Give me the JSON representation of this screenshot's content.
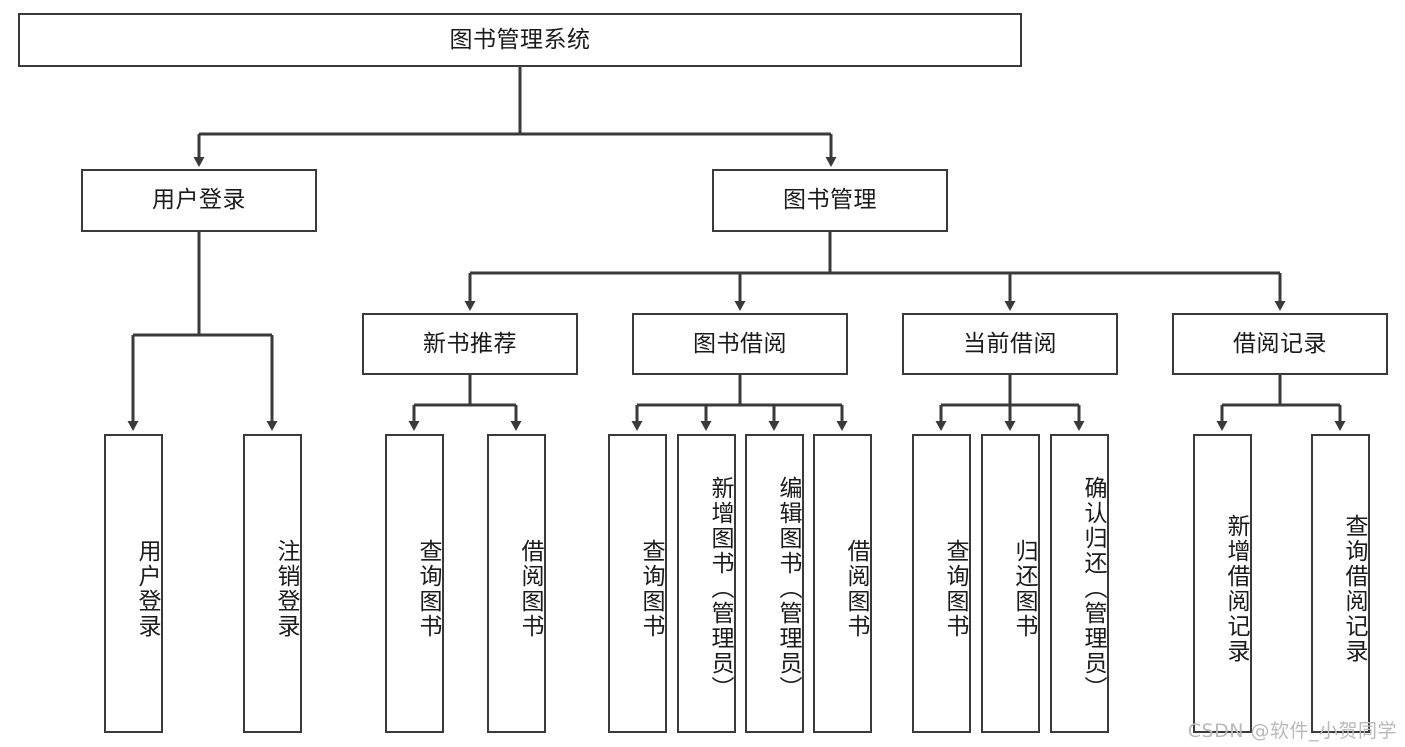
{
  "diagram": {
    "title": "图书管理系统",
    "type": "tree-hierarchy",
    "root": {
      "label": "图书管理系统"
    },
    "level2": [
      {
        "label": "用户登录"
      },
      {
        "label": "图书管理"
      }
    ],
    "level3": [
      {
        "label": "新书推荐"
      },
      {
        "label": "图书借阅"
      },
      {
        "label": "当前借阅"
      },
      {
        "label": "借阅记录"
      }
    ],
    "leaves": {
      "user_login": [
        {
          "label": "用户登录"
        },
        {
          "label": "注销登录"
        }
      ],
      "new_book_recommend": [
        {
          "label": "查询图书"
        },
        {
          "label": "借阅图书"
        }
      ],
      "book_borrow": [
        {
          "label": "查询图书"
        },
        {
          "label": "新增图书（管理员）"
        },
        {
          "label": "编辑图书（管理员）"
        },
        {
          "label": "借阅图书"
        }
      ],
      "current_borrow": [
        {
          "label": "查询图书"
        },
        {
          "label": "归还图书"
        },
        {
          "label": "确认归还（管理员）"
        }
      ],
      "borrow_records": [
        {
          "label": "新增借阅记录"
        },
        {
          "label": "查询借阅记录"
        }
      ]
    }
  },
  "watermark": {
    "text": "CSDN @软件_小贺同学"
  },
  "colors": {
    "box_border": "#3a3a3a",
    "line": "#3a3a3a",
    "text": "#1b1b1b",
    "background": "#ffffff",
    "watermark": "#b9b9b9"
  }
}
